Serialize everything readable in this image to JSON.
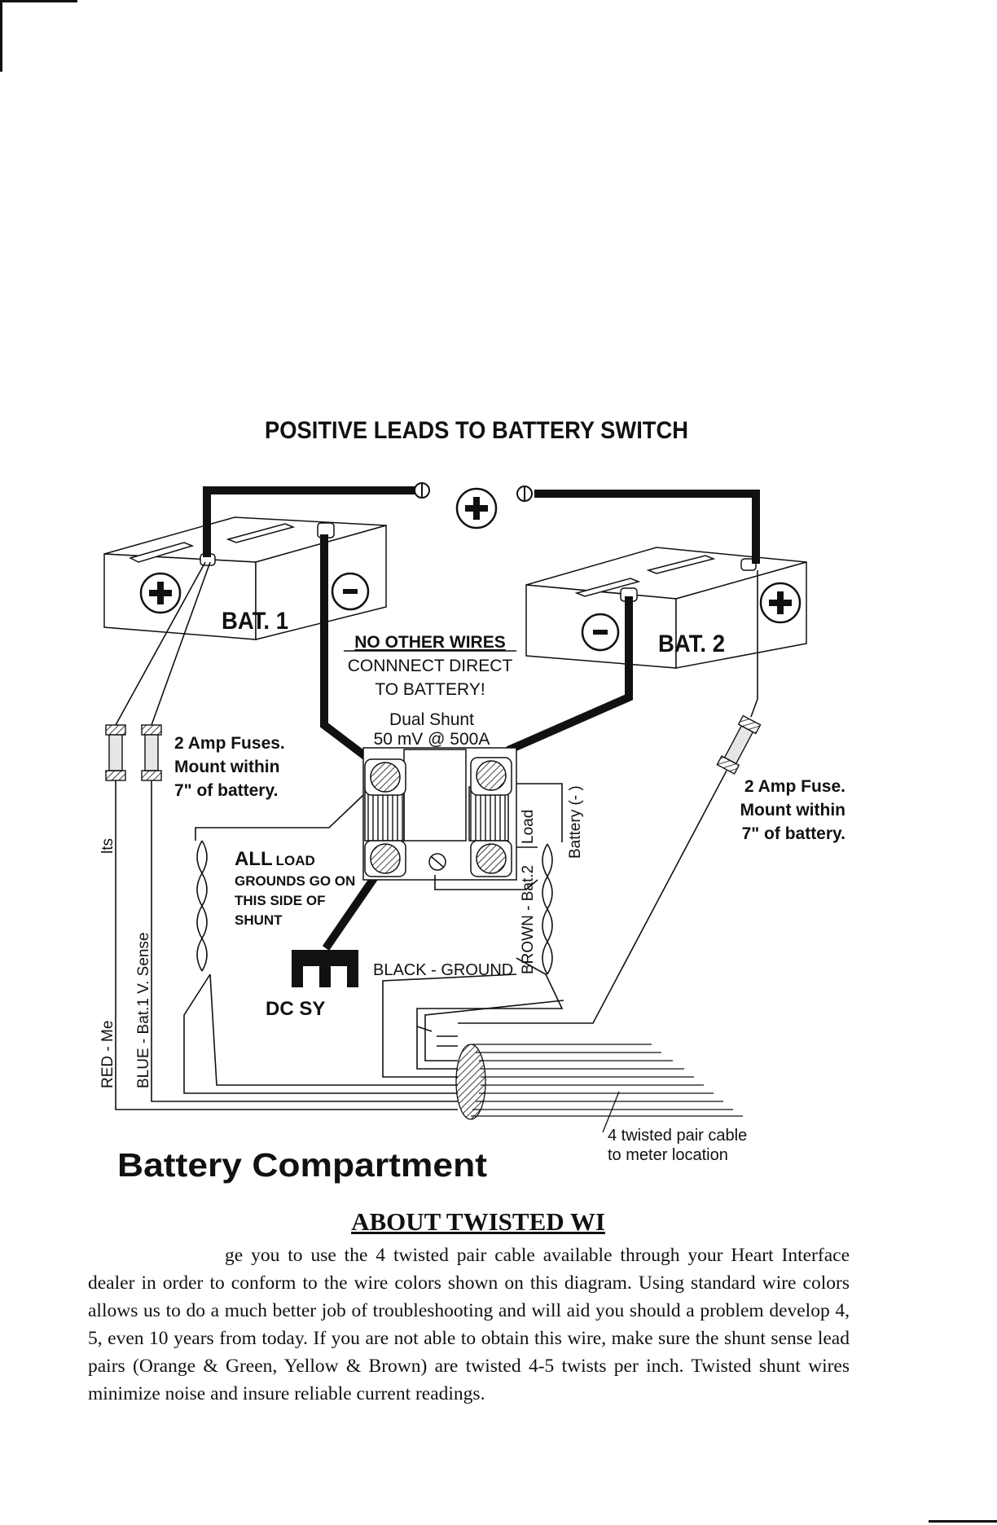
{
  "diagram": {
    "header": "POSITIVE LEADS TO BATTERY SWITCH",
    "bat1_label": "BAT. 1",
    "bat2_label": "BAT. 2",
    "plus_symbol": "+",
    "minus_symbol": "-",
    "no_other_wires": {
      "line1": "NO OTHER WIRES",
      "line2": "CONNNECT DIRECT",
      "line3": "TO BATTERY!"
    },
    "shunt": {
      "line1": "Dual Shunt",
      "line2": "50 mV @ 500A",
      "load_label": "Load",
      "battery_neg_label": "Battery (- )"
    },
    "fuses_left": {
      "line1": "2 Amp Fuses.",
      "line2": "Mount within",
      "line3": "7\" of battery."
    },
    "fuse_right": {
      "line1": "2 Amp Fuse.",
      "line2": "Mount within",
      "line3": "7\"  of battery."
    },
    "all_load": {
      "line1a": "ALL",
      "line1b": "LOAD",
      "line2": "GROUNDS GO ON",
      "line3": "THIS SIDE OF",
      "line4": "SHUNT"
    },
    "wire_labels": {
      "its": "lts",
      "red": "RED - Me",
      "blue": "BLUE -  Bat.1 V. Sense",
      "brown": "BROWN - Bat.2",
      "black": "BLACK - GROUND"
    },
    "dc_sys": "DC SY",
    "cable": {
      "line1": "4 twisted pair cable",
      "line2": "to meter location"
    },
    "compartment": "Battery Compartment"
  },
  "section": {
    "heading": "ABOUT TWISTED WI",
    "paragraph": "ge you to use the 4 twisted pair cable available through your Heart Interface dealer in order to conform to the wire colors shown on this diagram.  Using standard wire colors allows us to do a much better job of troubleshooting and will aid you should a problem develop  4, 5, even 10 years from today.  If you are not able to obtain this wire, make sure the shunt sense lead pairs (Orange & Green,  Yellow & Brown) are twisted 4-5 twists per inch.  Twisted shunt wires minimize noise and insure reliable current readings."
  }
}
